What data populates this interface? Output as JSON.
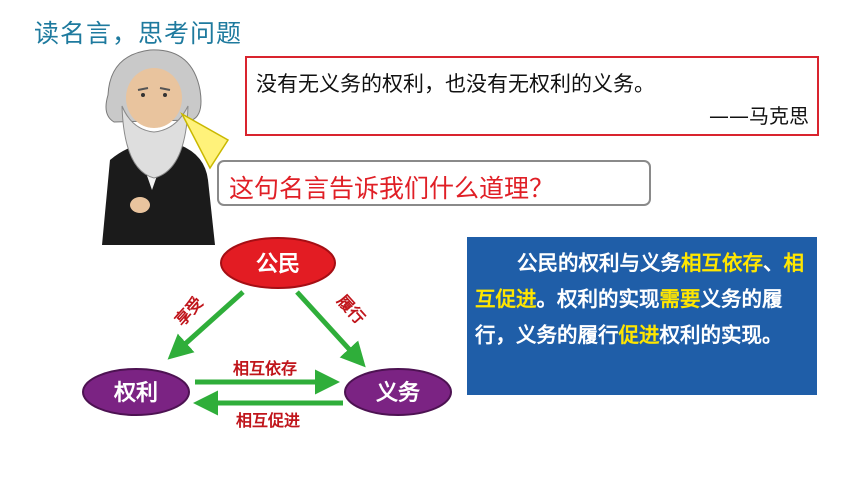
{
  "slide": {
    "title": "读名言，思考问题"
  },
  "quote": {
    "text": "没有无义务的权利，也没有无权利的义务。",
    "author": "——马克思"
  },
  "question": {
    "text": "这句名言告诉我们什么道理？"
  },
  "diagram": {
    "top_node": "公民",
    "left_node": "权利",
    "right_node": "义务",
    "left_arrow_label": "享受",
    "right_arrow_label": "履行",
    "upper_link_label": "相互依存",
    "lower_link_label": "相互促进",
    "colors": {
      "top_node": "#e31c23",
      "side_nodes": "#7b2383",
      "arrows": "#2fae3a",
      "labels": "#c0151b"
    }
  },
  "conclusion": {
    "part1": "公民的权利与义务",
    "hl1": "相互依存",
    "part2": "、",
    "hl2": "相互促进",
    "part3": "。权利的实现",
    "hl3": "需要",
    "part4": "义务的履行，义务的履行",
    "hl4": "促进",
    "part5": "权利的实现。",
    "colors": {
      "background": "#1f5ea8",
      "highlight": "#ffe600"
    }
  }
}
